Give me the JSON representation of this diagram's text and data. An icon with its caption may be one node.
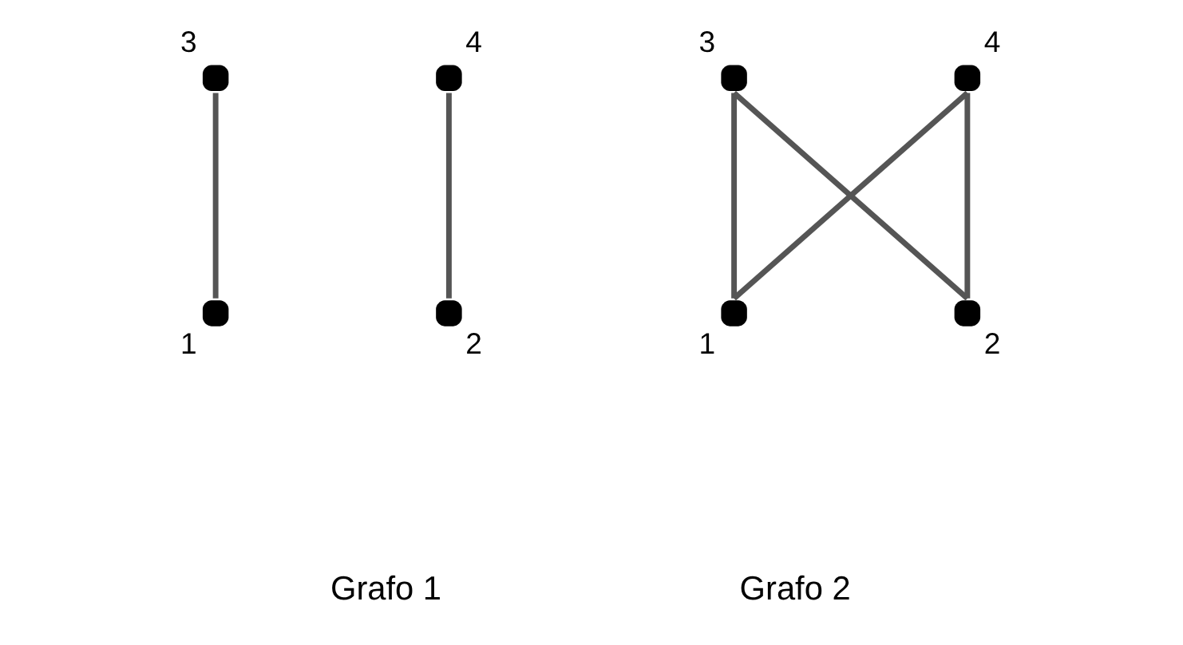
{
  "diagram": {
    "nodes": [
      {
        "text": [],
        "shape": "circle",
        "beside": [
          "3"
        ]
      },
      {
        "text": [],
        "shape": "circle",
        "beside": [
          "1"
        ]
      },
      {
        "text": [],
        "shape": "circle",
        "beside": [
          "4"
        ]
      },
      {
        "text": [],
        "shape": "circle",
        "beside": [
          "2"
        ]
      },
      {
        "text": [],
        "shape": "circle",
        "beside": [
          "3"
        ]
      },
      {
        "text": [],
        "shape": "circle",
        "beside": [
          "1"
        ]
      },
      {
        "text": [],
        "shape": "circle",
        "beside": [
          "4"
        ]
      },
      {
        "text": [],
        "shape": "circle",
        "beside": [
          "2"
        ]
      }
    ],
    "edges": [
      {
        "from": 0,
        "to": 1,
        "arrow": "none"
      },
      {
        "from": 2,
        "to": 3,
        "arrow": "none"
      },
      {
        "from": 4,
        "to": 5,
        "arrow": "none"
      },
      {
        "from": 4,
        "to": 7,
        "arrow": "none"
      },
      {
        "from": 6,
        "to": 5,
        "arrow": "none"
      },
      {
        "from": 6,
        "to": 7,
        "arrow": "none"
      }
    ],
    "labels": [
      "Grafo 1",
      "Grafo 2"
    ]
  }
}
